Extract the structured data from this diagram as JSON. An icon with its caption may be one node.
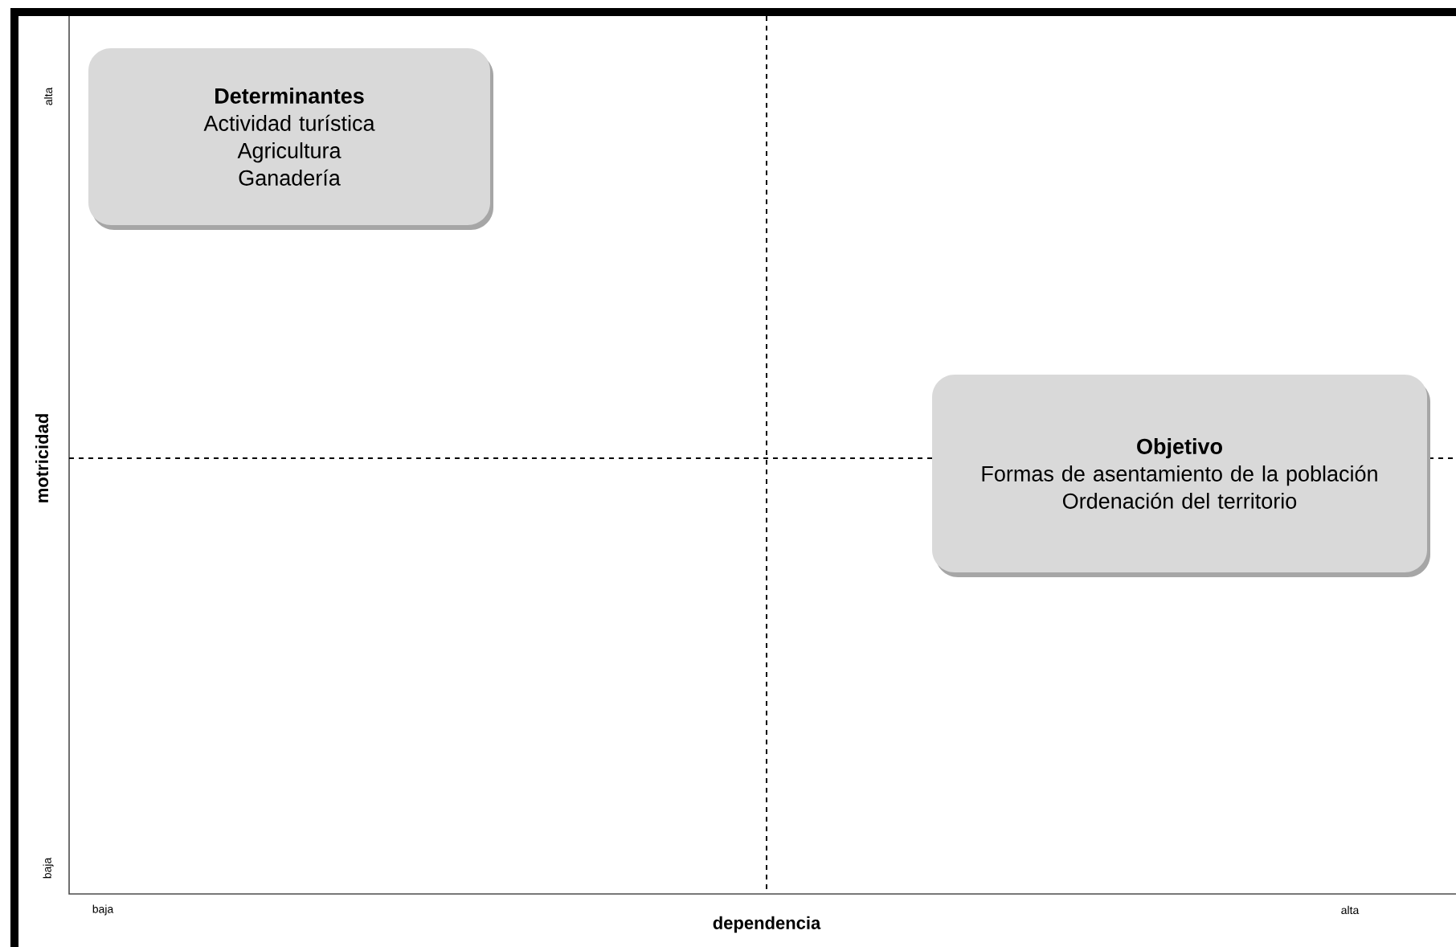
{
  "diagram": {
    "nodes": [
      {
        "text": [
          "Determinantes",
          "Actividad turística",
          "Agricultura",
          "Ganadería"
        ]
      },
      {
        "text": [
          "Objetivo",
          "Formas de asentamiento de la población",
          "Ordenación del territorio"
        ]
      }
    ],
    "edges": [],
    "labels": [
      "alta",
      "motricidad",
      "baja",
      "baja",
      "dependencia",
      "alta"
    ]
  }
}
